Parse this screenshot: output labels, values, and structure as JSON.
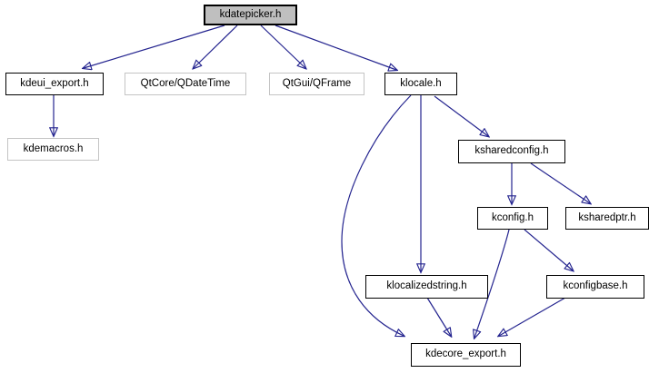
{
  "diagram": {
    "kind": "include-dependency-graph",
    "root_file": "kdatepicker.h",
    "colors": {
      "edge": "#24248f",
      "linked_node_border": "#000000",
      "unlinked_node_border": "#c4c4c4",
      "root_node_fill": "#bfbfbf",
      "node_fill": "#ffffff",
      "background": "#ffffff"
    },
    "nodes": {
      "kdatepicker": {
        "label": "kdatepicker.h",
        "type": "root"
      },
      "kdeui_export": {
        "label": "kdeui_export.h",
        "type": "linked"
      },
      "qtcore_qdatetime": {
        "label": "QtCore/QDateTime",
        "type": "plain"
      },
      "qtgui_qframe": {
        "label": "QtGui/QFrame",
        "type": "plain"
      },
      "klocale": {
        "label": "klocale.h",
        "type": "linked"
      },
      "kdemacros": {
        "label": "kdemacros.h",
        "type": "plain"
      },
      "ksharedconfig": {
        "label": "ksharedconfig.h",
        "type": "linked"
      },
      "kconfig": {
        "label": "kconfig.h",
        "type": "linked"
      },
      "ksharedptr": {
        "label": "ksharedptr.h",
        "type": "linked"
      },
      "klocalizedstring": {
        "label": "klocalizedstring.h",
        "type": "linked"
      },
      "kconfigbase": {
        "label": "kconfigbase.h",
        "type": "linked"
      },
      "kdecore_export": {
        "label": "kdecore_export.h",
        "type": "linked"
      }
    },
    "edges": [
      {
        "from": "kdatepicker.h",
        "to": "kdeui_export.h"
      },
      {
        "from": "kdatepicker.h",
        "to": "QtCore/QDateTime"
      },
      {
        "from": "kdatepicker.h",
        "to": "QtGui/QFrame"
      },
      {
        "from": "kdatepicker.h",
        "to": "klocale.h"
      },
      {
        "from": "kdeui_export.h",
        "to": "kdemacros.h"
      },
      {
        "from": "klocale.h",
        "to": "ksharedconfig.h"
      },
      {
        "from": "klocale.h",
        "to": "klocalizedstring.h"
      },
      {
        "from": "klocale.h",
        "to": "kdecore_export.h"
      },
      {
        "from": "ksharedconfig.h",
        "to": "kconfig.h"
      },
      {
        "from": "ksharedconfig.h",
        "to": "ksharedptr.h"
      },
      {
        "from": "kconfig.h",
        "to": "kconfigbase.h"
      },
      {
        "from": "kconfig.h",
        "to": "kdecore_export.h"
      },
      {
        "from": "klocalizedstring.h",
        "to": "kdecore_export.h"
      },
      {
        "from": "kconfigbase.h",
        "to": "kdecore_export.h"
      }
    ]
  }
}
